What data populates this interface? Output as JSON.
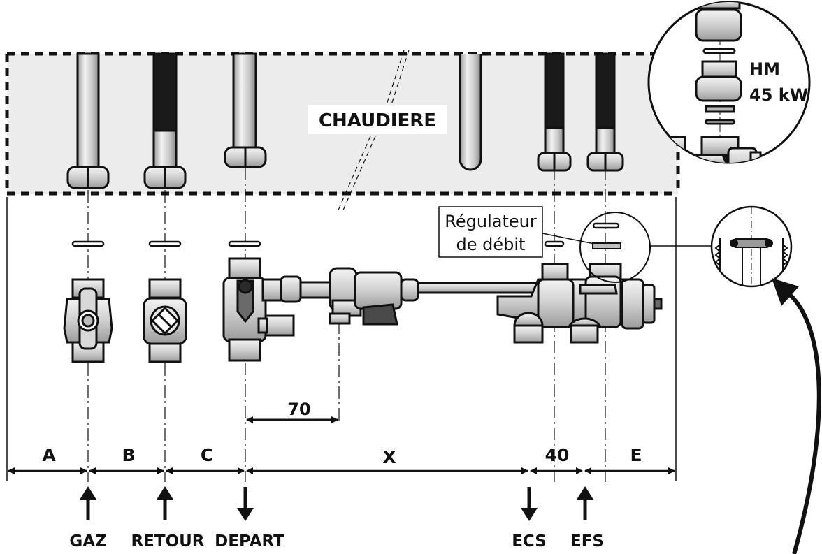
{
  "boiler": {
    "label": "CHAUDIERE"
  },
  "inset_top": {
    "line1": "HM",
    "line2": "45 kW"
  },
  "regulator": {
    "line1": "Régulateur",
    "line2": "de débit"
  },
  "dimensions": {
    "a": "A",
    "b": "B",
    "c": "C",
    "x": "X",
    "d40": "40",
    "e": "E",
    "d70": "70"
  },
  "connections": {
    "gaz": "GAZ",
    "retour": "RETOUR",
    "depart": "DEPART",
    "ecs": "ECS",
    "efs": "EFS"
  },
  "colors": {
    "ink": "#111111",
    "boiler_fill": "#ececec",
    "pipe_light": "#d8d8d8",
    "pipe_dark": "#1a1a1a",
    "valve_gray": "#bdbdbd"
  }
}
